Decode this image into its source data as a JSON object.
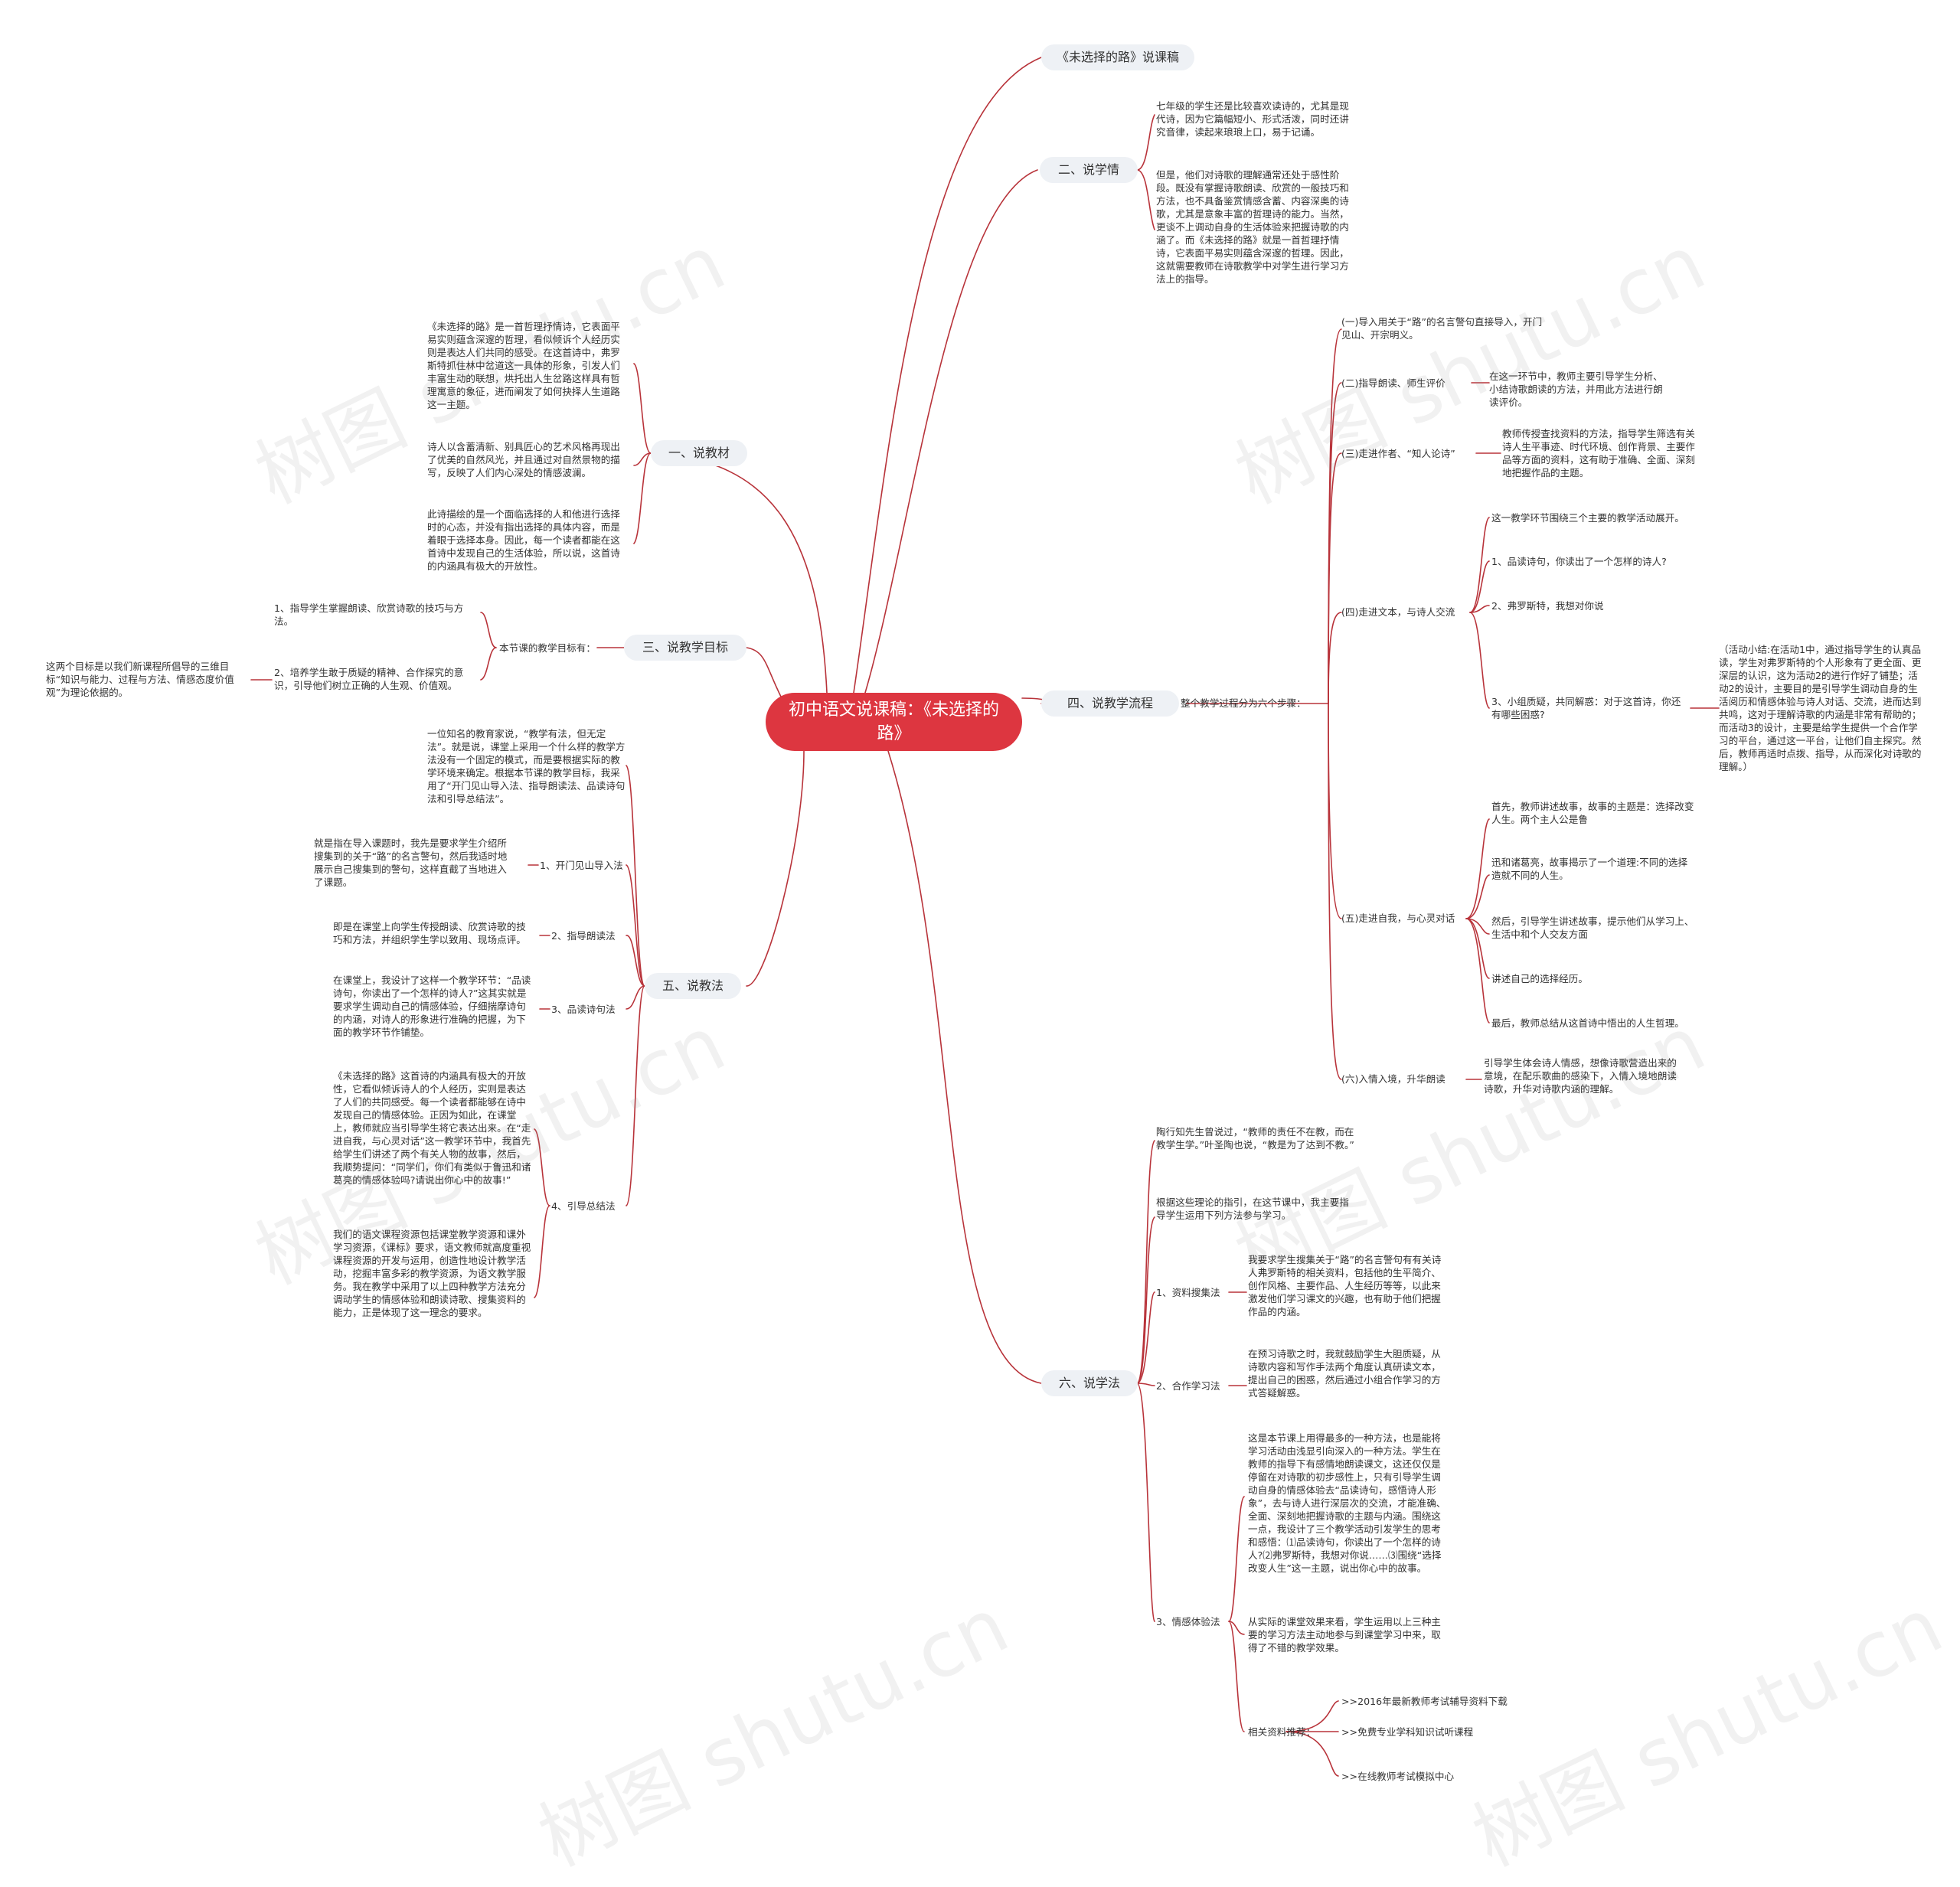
{
  "root": {
    "title": "初中语文说课稿：《未选择的路》"
  },
  "right": {
    "title_node": {
      "label": "《未选择的路》说课稿"
    },
    "b2": {
      "label": "二、说学情",
      "p1": "七年级的学生还是比较喜欢读诗的，尤其是现代诗，因为它篇幅短小、形式活泼，同时还讲究音律，读起来琅琅上口，易于记诵。",
      "p2": "但是，他们对诗歌的理解通常还处于感性阶段。既没有掌握诗歌朗读、欣赏的一般技巧和方法，也不具备鉴赏情感含蓄、内容深奥的诗歌，尤其是意象丰富的哲理诗的能力。当然，更谈不上调动自身的生活体验来把握诗歌的内涵了。而《未选择的路》就是一首哲理抒情诗，它表面平易实则蕴含深邃的哲理。因此，这就需要教师在诗歌教学中对学生进行学习方法上的指导。"
    },
    "b4": {
      "label": "四、说教学流程",
      "sub": "整个教学过程分为六个步骤：",
      "s1": "(一)导入用关于“路”的名言警句直接导入，开门见山、开宗明义。",
      "s2": "(二)指导朗读、师生评价",
      "s2d": "在这一环节中，教师主要引导学生分析、小结诗歌朗读的方法，并用此方法进行朗读评价。",
      "s3": "(三)走进作者、“知人论诗”",
      "s3d": "教师传授查找资料的方法，指导学生筛选有关诗人生平事迹、时代环境、创作背景、主要作品等方面的资料，这有助于准确、全面、深刻地把握作品的主题。",
      "s4": "(四)走进文本，与诗人交流",
      "s4a": "这一教学环节围绕三个主要的教学活动展开。",
      "s4b": "1、品读诗句，你读出了一个怎样的诗人?",
      "s4c": "2、弗罗斯特，我想对你说",
      "s4d": "3、小组质疑，共同解惑：对于这首诗，你还有哪些困惑?",
      "s4e": "（活动小结:在活动1中，通过指导学生的认真品读，学生对弗罗斯特的个人形象有了更全面、更深层的认识，这为活动2的进行作好了铺垫；活动2的设计，主要目的是引导学生调动自身的生活阅历和情感体验与诗人对话、交流，进而达到共鸣，这对于理解诗歌的内涵是非常有帮助的；而活动3的设计，主要是给学生提供一个合作学习的平台，通过这一平台，让他们自主探究。然后，教师再适时点拨、指导，从而深化对诗歌的理解。）",
      "s5": "(五)走进自我，与心灵对话",
      "s5a": "首先，教师讲述故事，故事的主题是：选择改变人生。两个主人公是鲁",
      "s5b": "迅和诸葛亮，故事揭示了一个道理:不同的选择造就不同的人生。",
      "s5c": "然后，引导学生讲述故事，提示他们从学习上、生活中和个人交友方面",
      "s5d": "讲述自己的选择经历。",
      "s5e": "最后，教师总结从这首诗中悟出的人生哲理。",
      "s6": "(六)入情入境，升华朗读",
      "s6d": "引导学生体会诗人情感，想像诗歌营造出来的意境，在配乐歌曲的感染下，入情入境地朗读诗歌，升华对诗歌内涵的理解。"
    },
    "b6": {
      "label": "六、说学法",
      "p1": "陶行知先生曾说过，“教师的责任不在教，而在教学生学。”叶圣陶也说，“教是为了达到不教。”",
      "p2": "根据这些理论的指引，在这节课中，我主要指导学生运用下列方法参与学习。",
      "m1": "1、资料搜集法",
      "m1d": "我要求学生搜集关于“路”的名言警句有有关诗人弗罗斯特的相关资料，包括他的生平简介、创作风格、主要作品、人生经历等等，以此来激发他们学习课文的兴趣，也有助于他们把握作品的内涵。",
      "m2": "2、合作学习法",
      "m2d": "在预习诗歌之时，我就鼓励学生大胆质疑，从诗歌内容和写作手法两个角度认真研读文本，提出自己的困惑，然后通过小组合作学习的方式答疑解惑。",
      "m3": "3、情感体验法",
      "m3d": "这是本节课上用得最多的一种方法，也是能将学习活动由浅显引向深入的一种方法。学生在教师的指导下有感情地朗读课文，这还仅仅是停留在对诗歌的初步感性上，只有引导学生调动自身的情感体验去“品读诗句，感悟诗人形象”，去与诗人进行深层次的交流，才能准确、全面、深刻地把握诗歌的主题与内涵。围绕这一点，我设计了三个教学活动引发学生的思考和感悟：⑴品读诗句，你读出了一个怎样的诗人?⑵弗罗斯特，我想对你说……⑶围绕“选择改变人生”这一主题，说出你心中的故事。",
      "m3e": "从实际的课堂效果来看，学生运用以上三种主要的学习方法主动地参与到课堂学习中来，取得了不错的教学效果。",
      "rel": "相关资料推荐：",
      "link1": ">>2016年最新教师考试辅导资料下载",
      "link2": ">>免费专业学科知识试听课程",
      "link3": ">>在线教师考试模拟中心"
    }
  },
  "left": {
    "b1": {
      "label": "一、说教材",
      "p1": "《未选择的路》是一首哲理抒情诗，它表面平易实则蕴含深邃的哲理，看似倾诉个人经历实则是表达人们共同的感受。在这首诗中，弗罗斯特抓住林中岔道这一具体的形象，引发人们丰富生动的联想，烘托出人生岔路这样具有哲理寓意的象征，进而阐发了如何抉择人生道路这一主题。",
      "p2": "诗人以含蓄清新、别具匠心的艺术风格再现出了优美的自然风光，并且通过对自然景物的描写，反映了人们内心深处的情感波澜。",
      "p3": "此诗描绘的是一个面临选择的人和他进行选择时的心态，并没有指出选择的具体内容，而是着眼于选择本身。因此，每一个读者都能在这首诗中发现自己的生活体验，所以说，这首诗的内涵具有极大的开放性。"
    },
    "b3": {
      "label": "三、说教学目标",
      "sub": "本节课的教学目标有：",
      "g1": "1、指导学生掌握朗读、欣赏诗歌的技巧与方法。",
      "g2": "2、培养学生敢于质疑的精神、合作探究的意识，引导他们树立正确的人生观、价值观。",
      "note": "这两个目标是以我们新课程所倡导的三维目标“知识与能力、过程与方法、情感态度价值观”为理论依据的。"
    },
    "b5": {
      "label": "五、说教法",
      "intro": "一位知名的教育家说，“教学有法，但无定法”。就是说，课堂上采用一个什么样的教学方法没有一个固定的模式，而是要根据实际的教学环境来确定。根据本节课的教学目标，我采用了“开门见山导入法、指导朗读法、品读诗句法和引导总结法”。",
      "m1": "1、开门见山导入法",
      "m1d": "就是指在导入课题时，我先是要求学生介绍所搜集到的关于“路”的名言警句，然后我适时地展示自己搜集到的警句，这样直截了当地进入了课题。",
      "m2": "2、指导朗读法",
      "m2d": "即是在课堂上向学生传授朗读、欣赏诗歌的技巧和方法，并组织学生学以致用、现场点评。",
      "m3": "3、品读诗句法",
      "m3d": "在课堂上，我设计了这样一个教学环节：“品读诗句，你读出了一个怎样的诗人?”这其实就是要求学生调动自己的情感体验，仔细揣摩诗句的内涵，对诗人的形象进行准确的把握，为下面的教学环节作铺垫。",
      "m4": "4、引导总结法",
      "m4d": "《未选择的路》这首诗的内涵具有极大的开放性，它看似倾诉诗人的个人经历，实则是表达了人们的共同感受。每一个读者都能够在诗中发现自己的情感体验。正因为如此，在课堂上，教师就应当引导学生将它表达出来。在“走进自我，与心灵对话”这一教学环节中，我首先给学生们讲述了两个有关人物的故事，然后，我顺势提问：“同学们，你们有类似于鲁迅和诸葛亮的情感体验吗?请说出你心中的故事!”",
      "m4e": "我们的语文课程资源包括课堂教学资源和课外学习资源，《课标》要求，语文教师就高度重视课程资源的开发与运用，创造性地设计教学活动，挖掘丰富多彩的教学资源，为语文教学服务。我在教学中采用了以上四种教学方法充分调动学生的情感体验和朗读诗歌、搜集资料的能力，正是体现了这一理念的要求。"
    }
  },
  "watermark": {
    "text": "树图 shutu.cn"
  },
  "colors": {
    "branch_line": "#b8333a",
    "root_fill": "#dd3640",
    "pill_fill": "#eef1f5",
    "text": "#333333"
  }
}
